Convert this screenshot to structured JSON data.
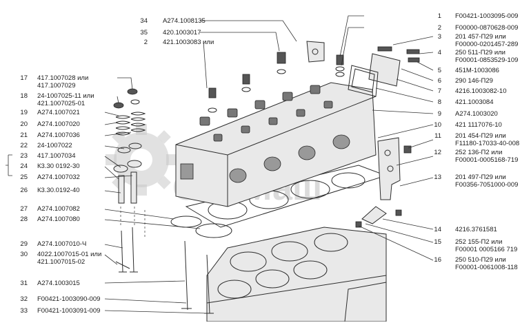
{
  "watermark": {
    "text": "ОлеМаш"
  },
  "callouts_top": [
    {
      "num": "34",
      "part": "А274.1008135"
    },
    {
      "num": "35",
      "part": "420.1003017"
    },
    {
      "num": "2",
      "part": "421.1003083 или"
    }
  ],
  "callouts_left": [
    {
      "num": "17",
      "part": "417.1007028 или",
      "part2": "417.1007029"
    },
    {
      "num": "18",
      "part": "24-1007025-11 или",
      "part2": "421.1007025-01"
    },
    {
      "num": "19",
      "part": "А274.1007021"
    },
    {
      "num": "20",
      "part": "А274.1007020"
    },
    {
      "num": "21",
      "part": "А274.1007036"
    },
    {
      "num": "22",
      "part": "24-1007022"
    },
    {
      "num": "23",
      "part": "417.1007034"
    },
    {
      "num": "24",
      "part": "К3.30 0192-30"
    },
    {
      "num": "25",
      "part": "А274.1007032"
    },
    {
      "num": "26",
      "part": "К3.30.0192-40"
    },
    {
      "num": "27",
      "part": "А274.1007082"
    },
    {
      "num": "28",
      "part": "А274.1007080"
    },
    {
      "num": "29",
      "part": "А274.1007010-Ч"
    },
    {
      "num": "30",
      "part": "4022.1007015-01 или",
      "part2": "421.1007015-02"
    },
    {
      "num": "31",
      "part": "А274.1003015"
    },
    {
      "num": "32",
      "part": "F00421-1003090-009"
    },
    {
      "num": "33",
      "part": "F00421-1003091-009"
    }
  ],
  "callouts_right": [
    {
      "num": "1",
      "part": "F00421-1003095-009"
    },
    {
      "num": "2",
      "part": "F00000-0870628-009"
    },
    {
      "num": "3",
      "part": "201 457-П29 или",
      "part2": "F00000-0201457-289"
    },
    {
      "num": "4",
      "part": "250 511-П29 или",
      "part2": "F00001-0853529-109"
    },
    {
      "num": "5",
      "part": "451М-1003086"
    },
    {
      "num": "6",
      "part": "290 146-П29"
    },
    {
      "num": "7",
      "part": "4216.1003082-10"
    },
    {
      "num": "8",
      "part": "421.1003084"
    },
    {
      "num": "9",
      "part": "А274.1003020"
    },
    {
      "num": "10",
      "part": "421 1117076-10"
    },
    {
      "num": "11",
      "part": "201 454-П29 или",
      "part2": "F11180-17033-40-008"
    },
    {
      "num": "12",
      "part": "252 136-П2 или",
      "part2": "F00001-0005168-719"
    },
    {
      "num": "13",
      "part": "201 497-П29 или",
      "part2": "F00356-7051000-009"
    },
    {
      "num": "14",
      "part": "4216.3761581"
    },
    {
      "num": "15",
      "part": "252 155-П2 или",
      "part2": "F00001 0005166 719"
    },
    {
      "num": "16",
      "part": "250 510-П29 или",
      "part2": "F00001-0061008-118"
    }
  ]
}
